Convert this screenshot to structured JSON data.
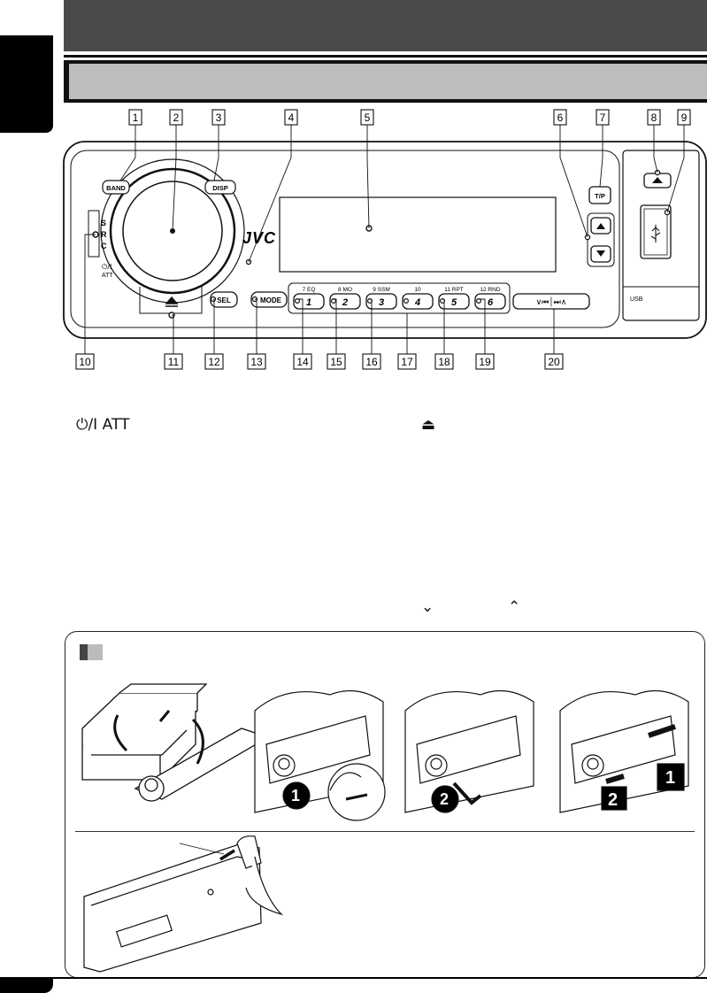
{
  "header": {
    "title": "",
    "subtitle": ""
  },
  "callouts": [
    "1",
    "2",
    "3",
    "4",
    "5",
    "6",
    "7",
    "8",
    "9",
    "10",
    "11",
    "12",
    "13",
    "14",
    "15",
    "16",
    "17",
    "18",
    "19",
    "20"
  ],
  "panel": {
    "brand": "JVC",
    "band": "BAND",
    "disp": "DISP",
    "tp": "T/P",
    "src_letters": [
      "S",
      "R",
      "C"
    ],
    "power_label": "⏻/I",
    "att_label": "ATT",
    "sel": "SEL",
    "mode": "MODE",
    "usb": "USB",
    "presets": [
      {
        "num": "1",
        "top": "7  EQ"
      },
      {
        "num": "2",
        "top": "8  MO"
      },
      {
        "num": "3",
        "top": "9  SSM"
      },
      {
        "num": "4",
        "top": "10"
      },
      {
        "num": "5",
        "top": "11  RPT"
      },
      {
        "num": "6",
        "top": "12  RND"
      }
    ],
    "seek_label": "∨⏮│⏭∧"
  },
  "descriptions": {
    "power_att": "⏻/I ATT",
    "eject": "⏏",
    "chevron_down": "⌄",
    "chevron_up": "⌃"
  },
  "illustration": {
    "step_labels": [
      "❶",
      "❷",
      "❷",
      "❶"
    ],
    "step_1_bold": "1",
    "step_2_bold": "2"
  },
  "colors": {
    "title_bar": "#4a4a4a",
    "subtitle_bar": "#bdbdbd",
    "ink": "#111111"
  }
}
